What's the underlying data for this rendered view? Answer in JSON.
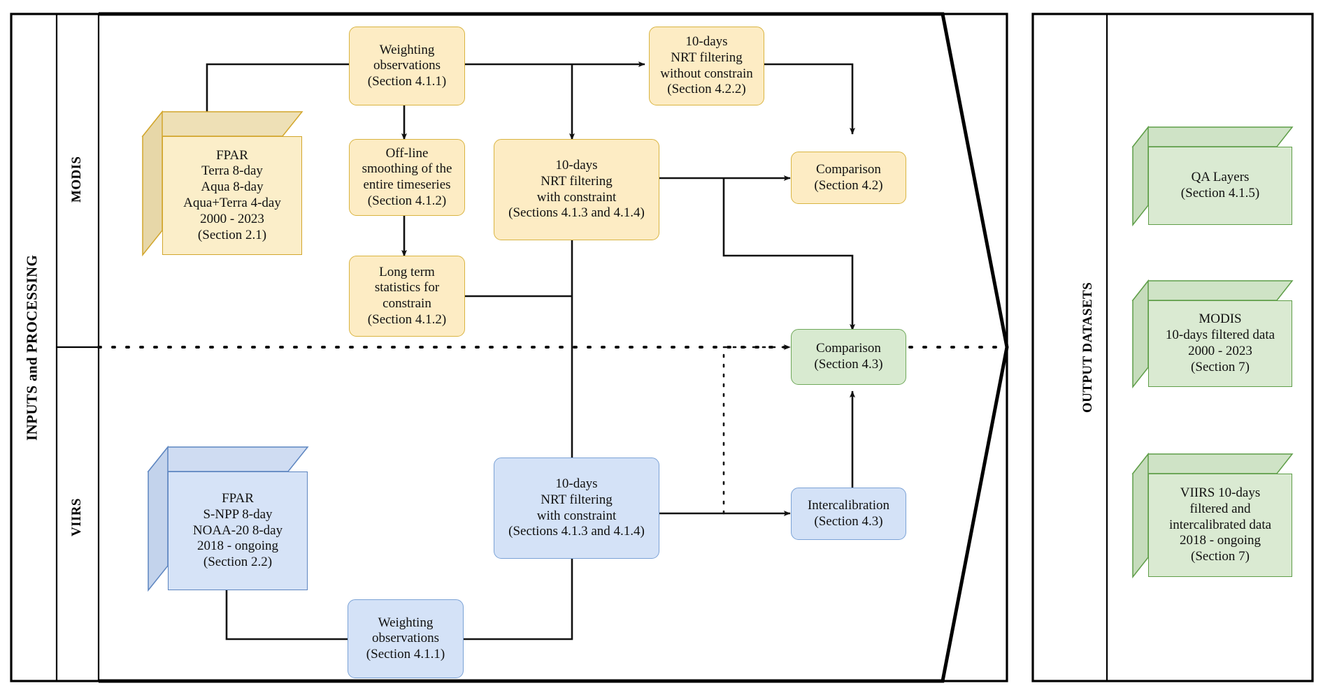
{
  "bands": {
    "inputs_label": "INPUTS  and  PROCESSING",
    "modis_label": "MODIS",
    "viirs_label": "VIIRS",
    "output_label": "OUTPUT DATASETS"
  },
  "colors": {
    "yellow_fill": "#fdecc4",
    "yellow_stroke": "#d9b441",
    "blue_fill": "#d4e2f7",
    "blue_stroke": "#7ba2d6",
    "green_fill": "#d8ead0",
    "green_stroke": "#6fa85a",
    "frame_stroke": "#000000"
  },
  "modis": {
    "input_cube": "FPAR\nTerra 8-day\nAqua 8-day\nAqua+Terra 4-day\n2000 - 2023\n(Section 2.1)",
    "weighting": "Weighting\nobservations\n(Section 4.1.1)",
    "offline_smoothing": "Off-line\nsmoothing of the\nentire timeseries\n(Section 4.1.2)",
    "long_term_stats": "Long term\nstatistics for\nconstrain\n(Section 4.1.2)",
    "nrt_with_constraint": "10-days\nNRT filtering\nwith constraint\n(Sections 4.1.3 and 4.1.4)",
    "nrt_without_constrain": "10-days\nNRT filtering\nwithout constrain\n(Section 4.2.2)",
    "comparison_42": "Comparison\n(Section 4.2)"
  },
  "viirs": {
    "input_cube": "FPAR\nS-NPP 8-day\nNOAA-20 8-day\n2018 - ongoing\n(Section 2.2)",
    "weighting": "Weighting\nobservations\n(Section 4.1.1)",
    "nrt_with_constraint": "10-days\nNRT filtering\nwith constraint\n(Sections 4.1.3 and 4.1.4)",
    "intercalibration": "Intercalibration\n(Section 4.3)"
  },
  "shared": {
    "comparison_43": "Comparison\n(Section 4.3)"
  },
  "outputs": {
    "qa_layers": "QA Layers\n(Section 4.1.5)",
    "modis_filtered": "MODIS\n10-days  filtered data\n2000 - 2023\n(Section 7)",
    "viirs_filtered": "VIIRS 10-days\nfiltered and\nintercalibrated data\n2018 - ongoing\n(Section 7)"
  }
}
